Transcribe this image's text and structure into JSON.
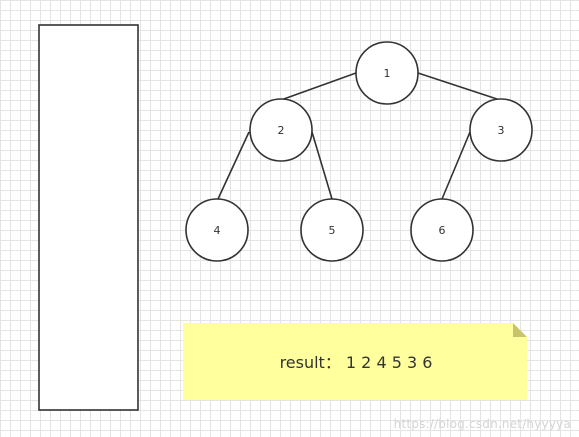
{
  "tree": {
    "nodes": [
      {
        "id": "1",
        "label": "1"
      },
      {
        "id": "2",
        "label": "2"
      },
      {
        "id": "3",
        "label": "3"
      },
      {
        "id": "4",
        "label": "4"
      },
      {
        "id": "5",
        "label": "5"
      },
      {
        "id": "6",
        "label": "6"
      }
    ],
    "edges": [
      [
        "1",
        "2"
      ],
      [
        "1",
        "3"
      ],
      [
        "2",
        "4"
      ],
      [
        "2",
        "5"
      ],
      [
        "3",
        "6"
      ]
    ]
  },
  "note": {
    "text": "result：  1 2 4 5 3 6",
    "color": "#ffff9e",
    "fold_color": "#c9c36b"
  },
  "watermark": "https://blog.csdn.net/hyyyya"
}
